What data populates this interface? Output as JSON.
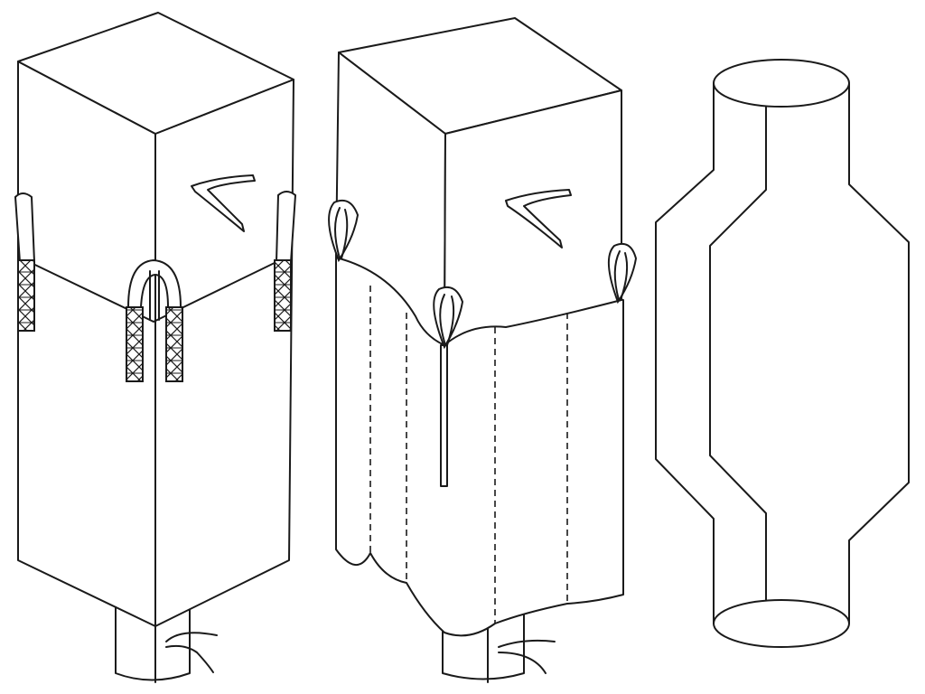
{
  "diagram": {
    "figures": [
      {
        "id": "bag-u-panel",
        "parts": [
          "top-panel",
          "body",
          "corner-loops",
          "center-loop",
          "discharge-spout",
          "tie-cord",
          "stitch-mark"
        ]
      },
      {
        "id": "bag-circular",
        "parts": [
          "top-panel",
          "body",
          "seam-lines",
          "corner-loops",
          "discharge-spout",
          "tie-cord",
          "stitch-mark"
        ]
      },
      {
        "id": "baffle-liner",
        "parts": [
          "top-opening",
          "bottom-opening",
          "liner-outline",
          "inner-fold-line"
        ]
      }
    ],
    "colors": {
      "stroke": "#1a1a1a",
      "background": "#ffffff"
    }
  }
}
